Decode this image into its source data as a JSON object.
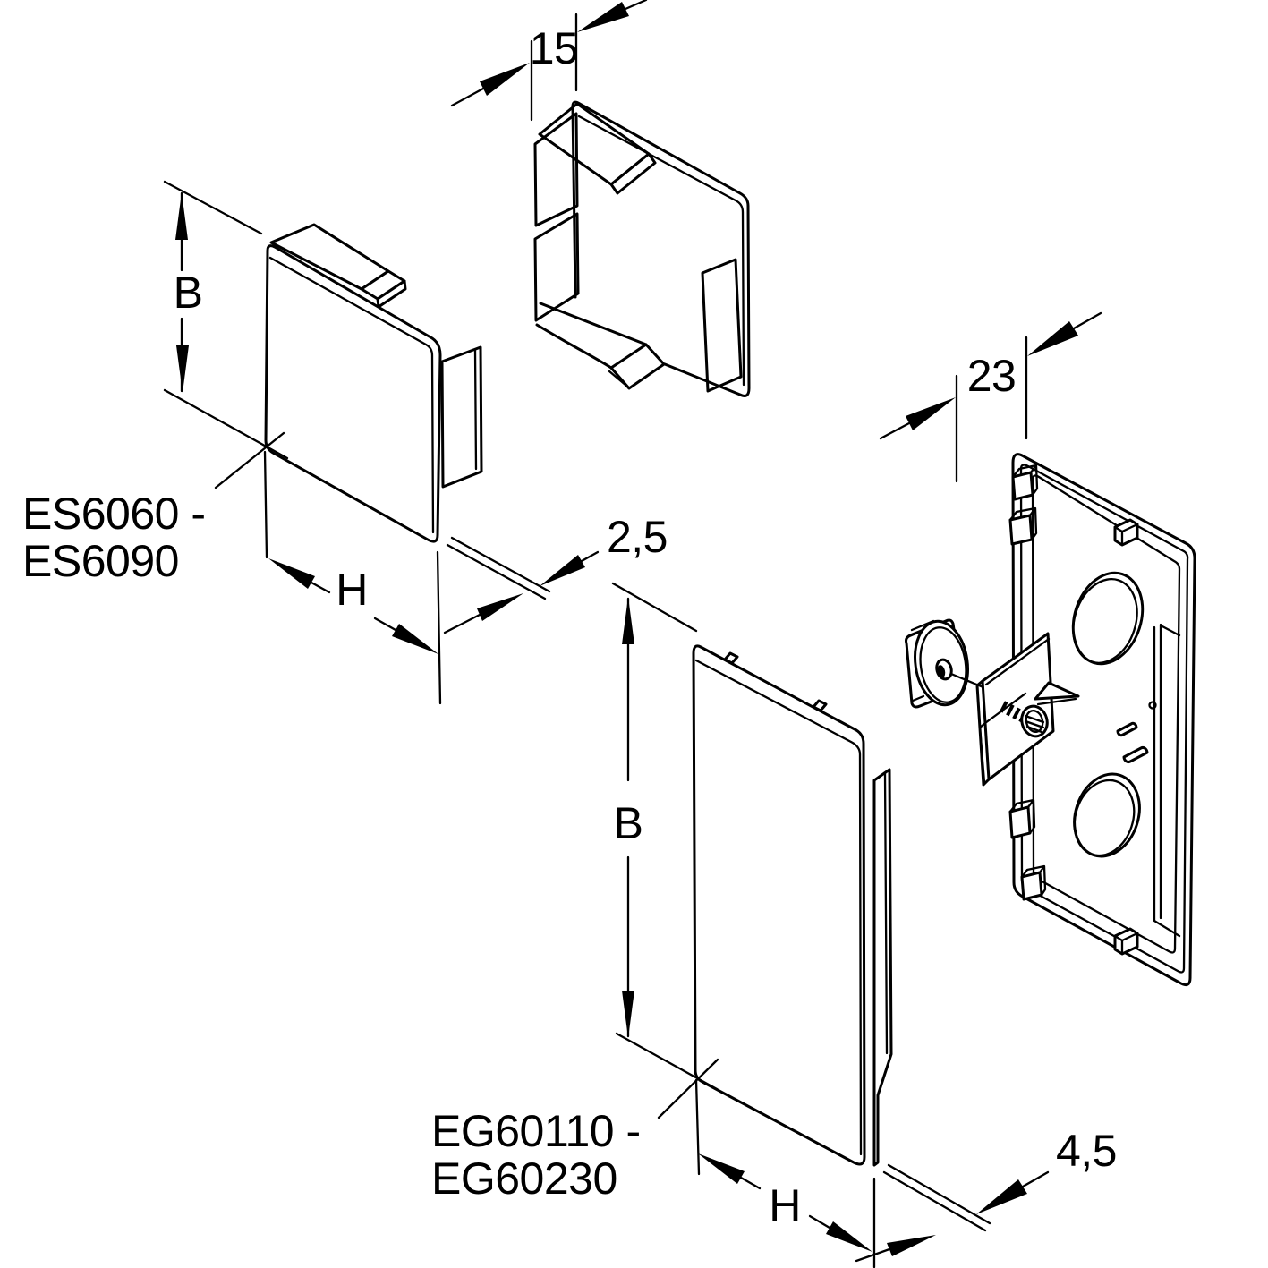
{
  "colors": {
    "line": "#000000",
    "background": "#ffffff"
  },
  "small_end_cap": {
    "part_range_line1": "ES6060 -",
    "part_range_line2": "ES6090",
    "dim_depth": "15",
    "dim_height": "B",
    "dim_width": "H",
    "dim_wall_thickness": "2,5"
  },
  "large_end_cap": {
    "part_range_line1": "EG60110 -",
    "part_range_line2": "EG60230",
    "dim_depth": "23",
    "dim_height": "B",
    "dim_width": "H",
    "dim_wall_thickness": "4,5"
  }
}
